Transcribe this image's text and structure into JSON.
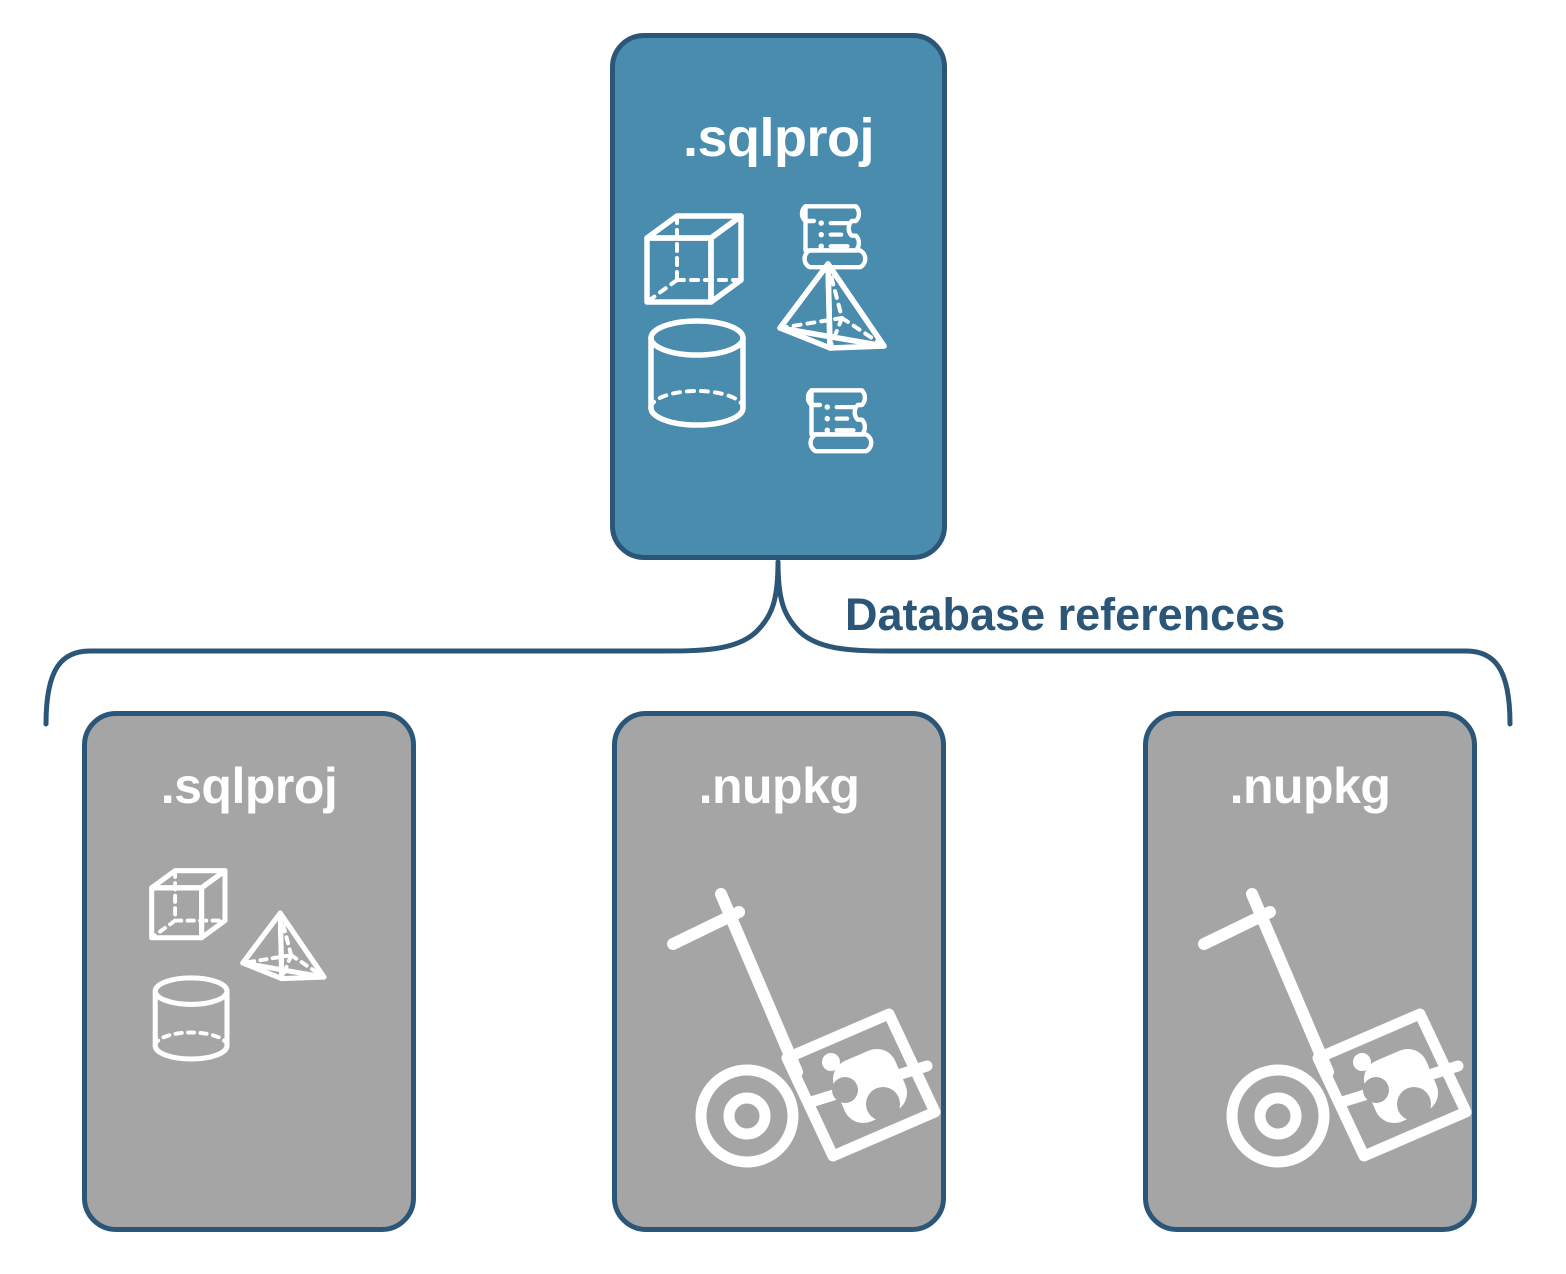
{
  "diagram": {
    "title_text": "Database references",
    "colors": {
      "primary_blue_fill": "#4a8cad",
      "gray_fill": "#a5a5a5",
      "border_navy": "#2c5677",
      "label_navy": "#2c5677",
      "icon_white": "#ffffff",
      "background": "#ffffff"
    },
    "root_node": {
      "label": ".sqlproj",
      "fill": "#4a8cad",
      "icons": [
        "cube-icon",
        "scroll-icon",
        "pyramid-icon",
        "cylinder-icon",
        "scroll-icon"
      ]
    },
    "connector": {
      "label": "Database references",
      "type": "curly-brace"
    },
    "child_nodes": [
      {
        "label": ".sqlproj",
        "fill": "#a5a5a5",
        "icons": [
          "cube-icon",
          "pyramid-icon",
          "cylinder-icon"
        ]
      },
      {
        "label": ".nupkg",
        "fill": "#a5a5a5",
        "icons": [
          "hand-truck-package-icon"
        ]
      },
      {
        "label": ".nupkg",
        "fill": "#a5a5a5",
        "icons": [
          "hand-truck-package-icon"
        ]
      }
    ]
  }
}
